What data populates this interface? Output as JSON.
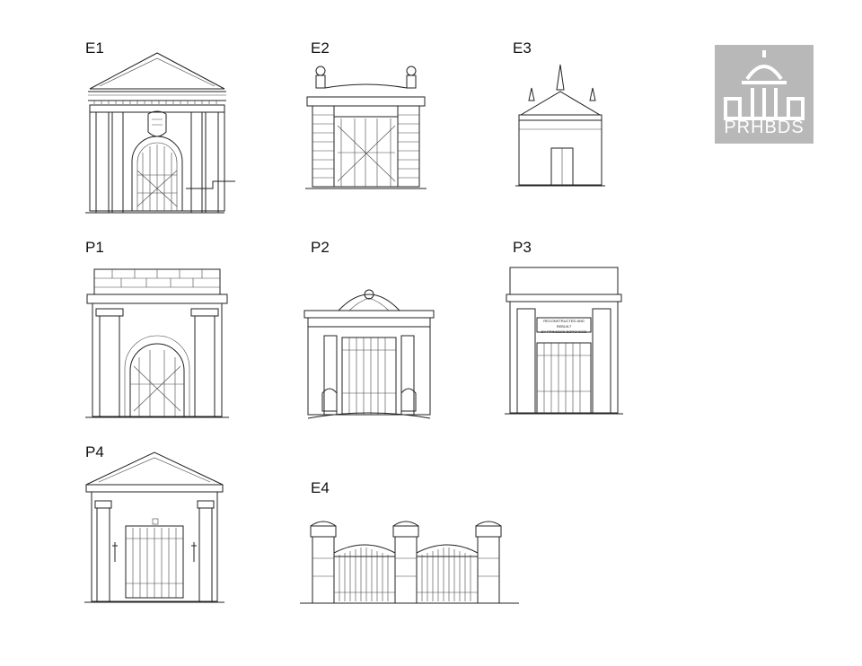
{
  "labels": {
    "e1": "E1",
    "e2": "E2",
    "e3": "E3",
    "p1": "P1",
    "p2": "P2",
    "p3": "P3",
    "p4": "P4",
    "e4": "E4"
  },
  "logo": {
    "text": "PRHBDS",
    "color": "#b8b8b8"
  },
  "p3_inscription": {
    "line1": "RECONSTRUCTED AND REBUILT",
    "line2": "BY PRINCESS BORGHESE"
  }
}
